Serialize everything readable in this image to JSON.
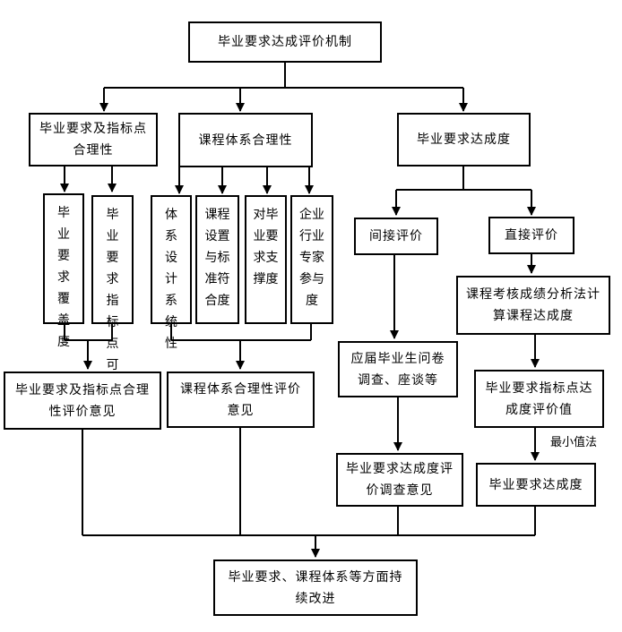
{
  "nodes": {
    "mechanism": "毕业要求达成评价机制",
    "req_rationality": "毕业要求及指标点合理性",
    "curriculum_rationality": "课程体系合理性",
    "achievement": "毕业要求达成度",
    "coverage": "毕业要求覆盖度",
    "measurability": "毕业要求指标点可衡量",
    "systematic": "体系设计系统性",
    "course_standard": "课程设置与标准符合度",
    "support": "对毕业要求支撑度",
    "industry": "企业行业专家参与度",
    "indirect": "间接评价",
    "direct": "直接评价",
    "course_calc": "课程考核成绩分析法计算课程达成度",
    "survey": "应届毕业生问卷调查、座谈等",
    "req_opinion": "毕业要求及指标点合理性评价意见",
    "curr_opinion": "课程体系合理性评价意见",
    "indicator_value": "毕业要求指标点达成度评价值",
    "survey_opinion": "毕业要求达成度评价调查意见",
    "final_achievement": "毕业要求达成度",
    "improvement": "毕业要求、课程体系等方面持续改进"
  },
  "edge_labels": {
    "min_method": "最小值法"
  },
  "colors": {
    "line": "#000000",
    "box_border": "#000000",
    "background": "#ffffff"
  }
}
